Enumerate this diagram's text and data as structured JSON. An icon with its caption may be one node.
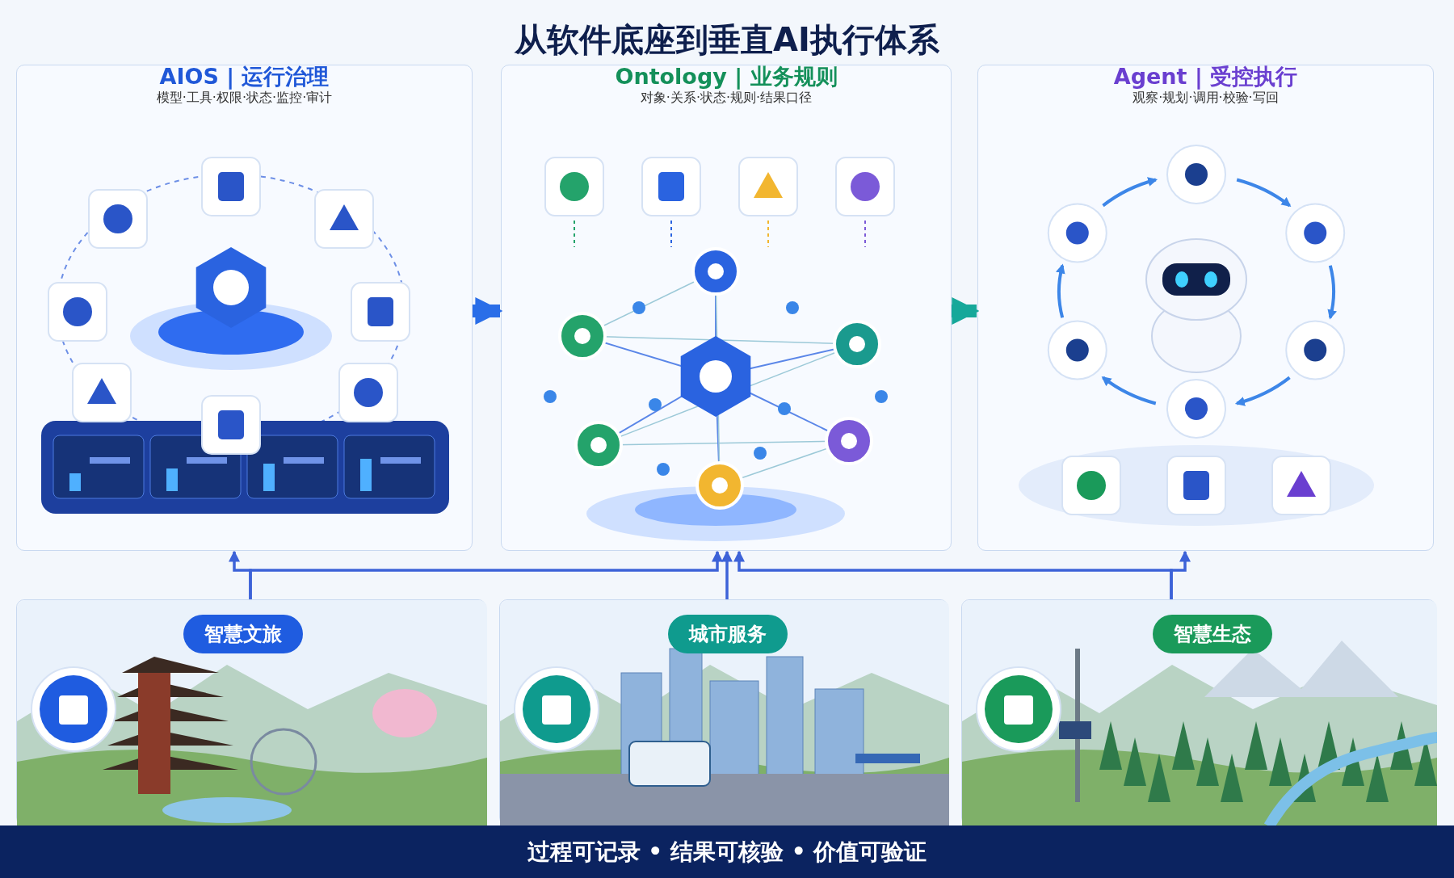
{
  "diagram": {
    "title": "从软件底座到垂直AI执行体系",
    "nodes": [
      {
        "text": [
          "AIOS | 运行治理",
          "模型·工具·权限·状态·监控·审计"
        ]
      },
      {
        "text": [
          "Ontology | 业务规则",
          "对象·关系·状态·规则·结果口径"
        ]
      },
      {
        "text": [
          "Agent | 受控执行",
          "观察·规划·调用·校验·写回"
        ]
      },
      {
        "text": [
          "智慧文旅"
        ]
      },
      {
        "text": [
          "城市服务"
        ]
      },
      {
        "text": [
          "智慧生态"
        ]
      }
    ],
    "edges": [
      {
        "from": 0,
        "to": 1,
        "arrow": "to",
        "style": "thick",
        "color": "#2a6ee8"
      },
      {
        "from": 1,
        "to": 2,
        "arrow": "to",
        "style": "thick",
        "color": "#16a89a"
      },
      {
        "from": 3,
        "to": 0,
        "arrow": "to"
      },
      {
        "from": 3,
        "to": 1,
        "arrow": "to"
      },
      {
        "from": 4,
        "to": 1,
        "arrow": "to"
      },
      {
        "from": 5,
        "to": 1,
        "arrow": "to"
      },
      {
        "from": 5,
        "to": 2,
        "arrow": "to"
      }
    ],
    "labels": [
      "过程可记录 • 结果可核验 • 价值可验证"
    ]
  }
}
